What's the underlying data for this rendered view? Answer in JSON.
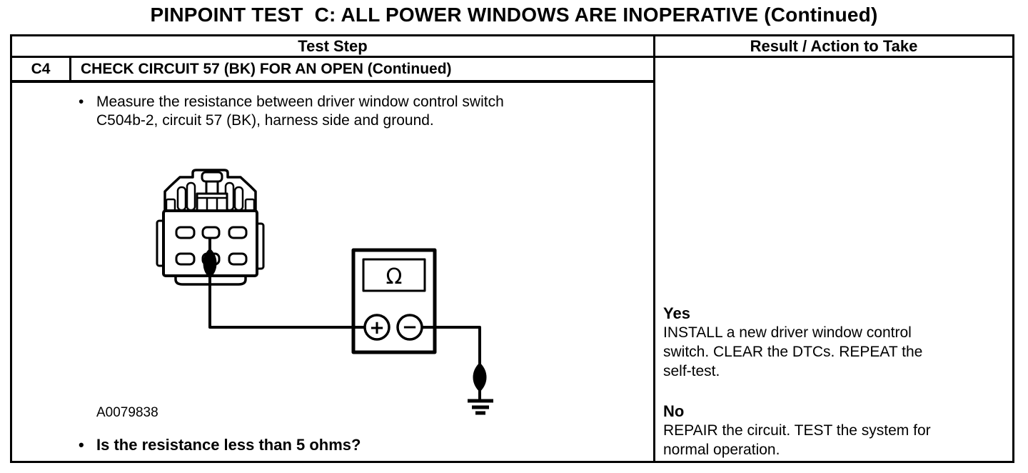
{
  "colors": {
    "ink": "#000000",
    "paper": "#ffffff"
  },
  "title": "PINPOINT TEST  C: ALL POWER WINDOWS ARE INOPERATIVE (Continued)",
  "table": {
    "bullet": "•",
    "columns": {
      "test_step": "Test Step",
      "result": "Result / Action to Take"
    },
    "step": {
      "id": "C4",
      "heading": "CHECK CIRCUIT 57 (BK) FOR AN OPEN (Continued)"
    },
    "instruction_lines": [
      "Measure the resistance between driver window control switch",
      "C504b-2, circuit 57 (BK), harness side and ground."
    ],
    "question": "Is the resistance less than 5 ohms?",
    "results": {
      "yes_label": "Yes",
      "yes_action_lines": [
        "INSTALL a new driver window control",
        "switch. CLEAR the DTCs. REPEAT the",
        "self-test."
      ],
      "no_label": "No",
      "no_action_lines": [
        "REPAIR the circuit. TEST the system for",
        "normal operation."
      ]
    }
  },
  "diagram": {
    "figure_id": "A0079838",
    "meter_function": "Ω",
    "positive_terminal": "+",
    "negative_terminal": "−"
  }
}
